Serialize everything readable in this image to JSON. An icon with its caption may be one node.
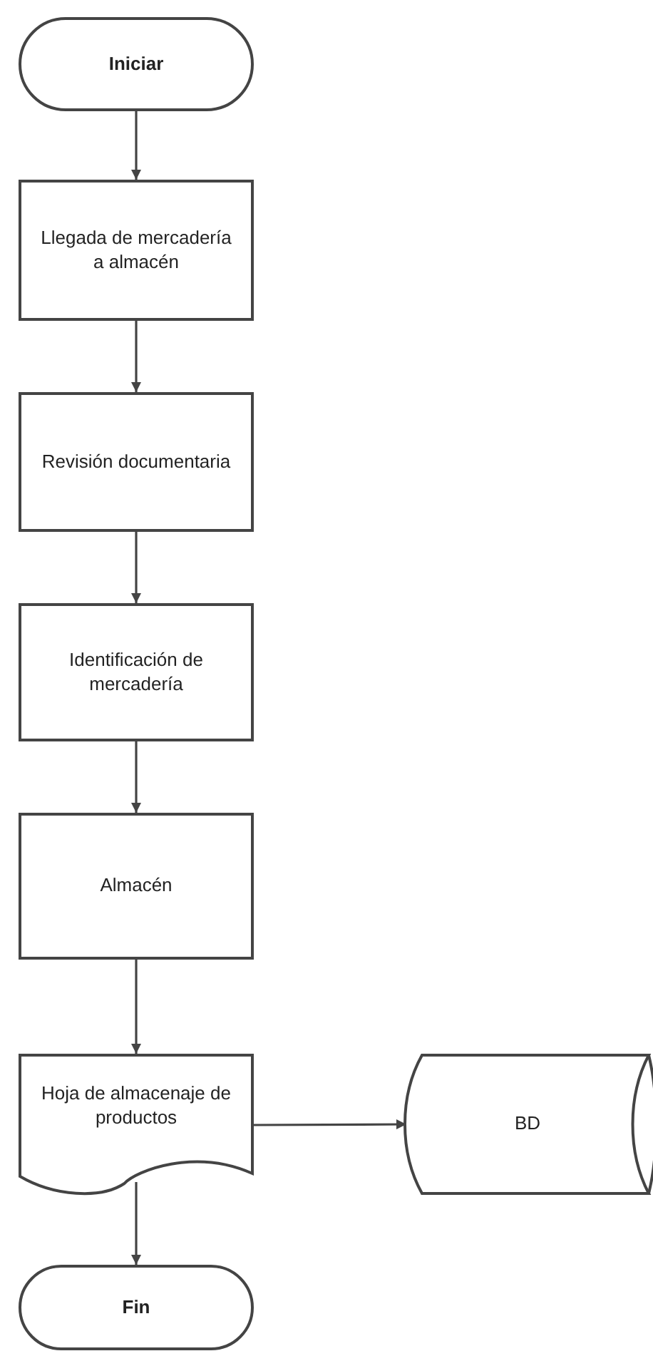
{
  "diagram": {
    "nodes": [
      {
        "text": [
          "Iniciar"
        ]
      },
      {
        "text": [
          "Llegada de mercadería a almacén"
        ]
      },
      {
        "text": [
          "Revisión documentaria"
        ]
      },
      {
        "text": [
          "Identificación de mercadería"
        ]
      },
      {
        "text": [
          "Almacén"
        ]
      },
      {
        "text": [
          "Hoja de almacenaje de productos"
        ]
      },
      {
        "text": [
          "BD"
        ]
      },
      {
        "text": [
          "Fin"
        ]
      }
    ],
    "edges": [
      {
        "from": 0,
        "to": 1,
        "arrow": "to"
      },
      {
        "from": 1,
        "to": 2,
        "arrow": "to"
      },
      {
        "from": 2,
        "to": 3,
        "arrow": "to"
      },
      {
        "from": 3,
        "to": 4,
        "arrow": "to"
      },
      {
        "from": 4,
        "to": 5,
        "arrow": "to"
      },
      {
        "from": 5,
        "to": 6,
        "arrow": "to"
      },
      {
        "from": 5,
        "to": 7,
        "arrow": "to"
      }
    ]
  }
}
